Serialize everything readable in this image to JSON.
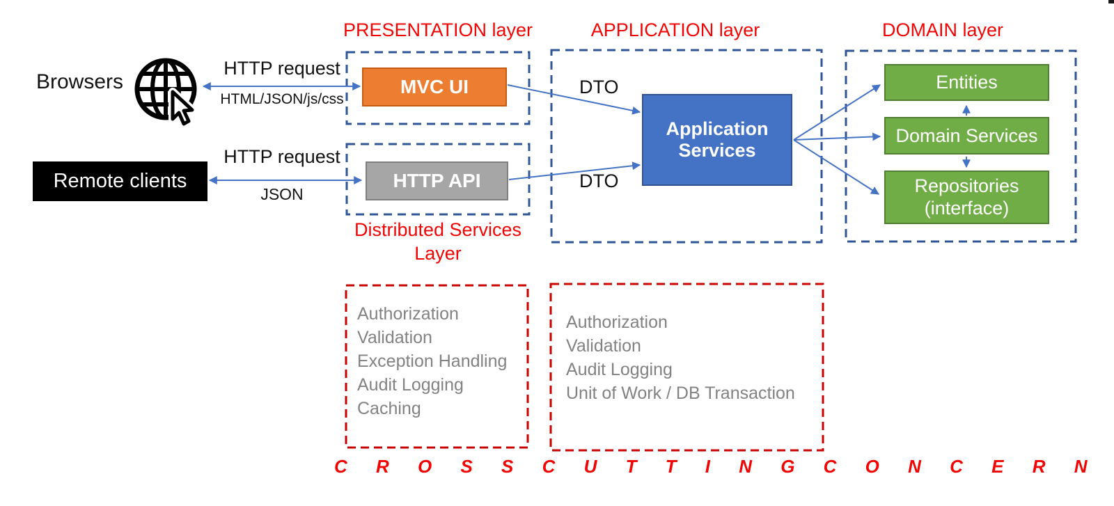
{
  "diagram": {
    "headers": {
      "presentation": "PRESENTATION layer",
      "application": "APPLICATION layer",
      "domain": "DOMAIN layer",
      "distributed_services": "Distributed Services Layer",
      "cross_cutting": "C R O S S   C U T T I N G   C O N C E R N S"
    },
    "clients": {
      "browsers": "Browsers",
      "remote_clients": "Remote clients"
    },
    "connections": {
      "browsers_request": "HTTP request",
      "browsers_response": "HTML/JSON/js/css",
      "remote_request": "HTTP request",
      "remote_response": "JSON",
      "dto_mvc": "DTO",
      "dto_api": "DTO"
    },
    "boxes": {
      "mvc_ui": "MVC UI",
      "http_api": "HTTP API",
      "application_services": "Application Services",
      "entities": "Entities",
      "domain_services": "Domain Services",
      "repositories": "Repositories (interface)"
    },
    "cross_cutting_concerns": {
      "distributed_layer": [
        "Authorization",
        "Validation",
        "Exception Handling",
        "Audit Logging",
        "Caching"
      ],
      "application_layer": [
        "Authorization",
        "Validation",
        "Audit Logging",
        "Unit of Work / DB Transaction"
      ]
    },
    "icons": {
      "globe_pointer": "globe-pointer-icon"
    },
    "colors": {
      "accent_red": "#f00505",
      "dashed_red": "#c80000",
      "dashed_blue": "#2f5597",
      "arrow_blue": "#4472c4",
      "orange": "#ed7d31",
      "gray_box": "#a6a6a6",
      "blue_box": "#4472c4",
      "green_box": "#70ad47",
      "list_gray": "#828282"
    }
  }
}
